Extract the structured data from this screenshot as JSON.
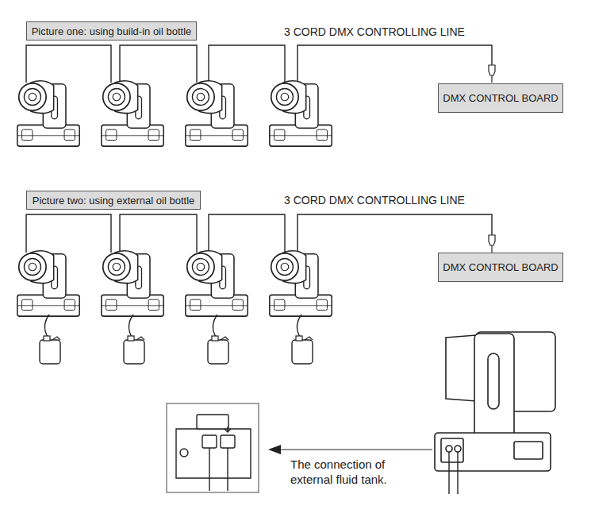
{
  "diagram": {
    "nodes": [
      {
        "text": [
          "Picture one: using build-in oil bottle"
        ]
      },
      {
        "text": [
          "DMX CONTROL BOARD"
        ]
      },
      {
        "text": [
          "Picture two: using external oil bottle"
        ]
      },
      {
        "text": [
          "DMX CONTROL BOARD"
        ]
      }
    ],
    "labels": [
      "3 CORD DMX CONTROLLING LINE",
      "3 CORD DMX CONTROLLING LINE",
      "The connection of external fluid tank."
    ]
  }
}
